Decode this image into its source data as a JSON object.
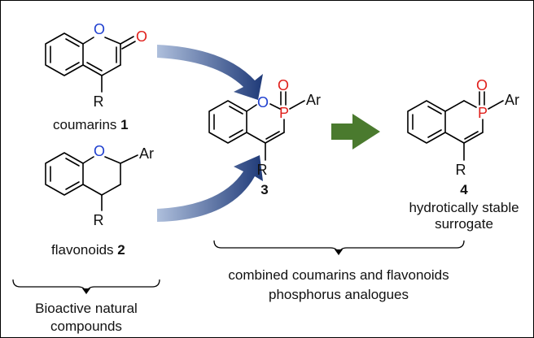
{
  "compounds": {
    "coumarin": {
      "label": "coumarins",
      "number": "1",
      "atoms": {
        "O_ring": "O",
        "O_carbonyl": "O",
        "R": "R"
      }
    },
    "flavonoid": {
      "label": "flavonoids",
      "number": "2",
      "atoms": {
        "O_ring": "O",
        "Ar": "Ar",
        "R": "R"
      }
    },
    "compound3": {
      "number": "3",
      "atoms": {
        "O_ring": "O",
        "O_oxo": "O",
        "P": "P",
        "Ar": "Ar",
        "R": "R"
      }
    },
    "compound4": {
      "number": "4",
      "desc_line1": "hydrotically stable",
      "desc_line2": "surrogate",
      "atoms": {
        "O_oxo": "O",
        "P": "P",
        "Ar": "Ar",
        "R": "R"
      }
    }
  },
  "groups": {
    "bioactive": {
      "line1": "Bioactive natural",
      "line2": "compounds"
    },
    "combined": {
      "line1": "combined coumarins and flavonoids",
      "line2": "phosphorus analogues"
    }
  },
  "colors": {
    "oxygen_ring": "#1f3fcf",
    "oxygen_carbonyl": "#e0201c",
    "phosphorus": "#e0201c",
    "arrow_blue_start": "#aebfdc",
    "arrow_blue_end": "#1f3a78",
    "arrow_green": "#4a7a2e"
  }
}
